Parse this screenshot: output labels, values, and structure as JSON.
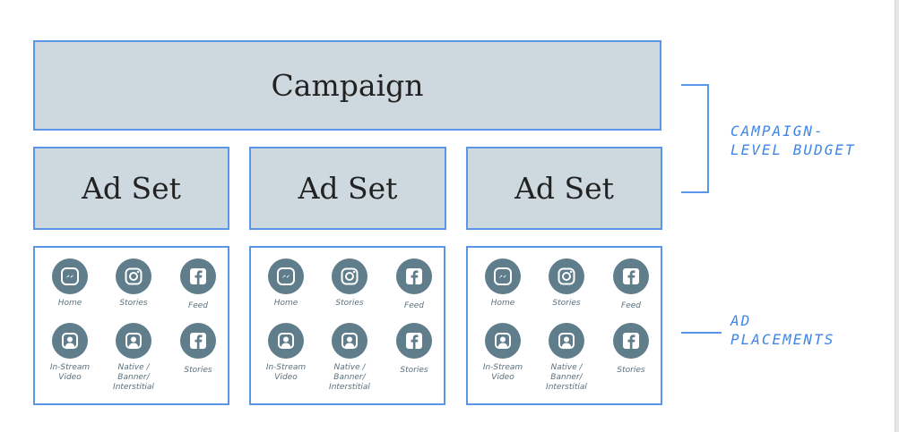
{
  "campaign": {
    "label": "Campaign"
  },
  "ad_sets": [
    {
      "label": "Ad Set"
    },
    {
      "label": "Ad Set"
    },
    {
      "label": "Ad Set"
    }
  ],
  "placement_groups": [
    {
      "items": [
        {
          "icon": "messenger-icon",
          "label": "Home"
        },
        {
          "icon": "instagram-icon",
          "label": "Stories"
        },
        {
          "icon": "facebook-icon",
          "label": "Feed"
        },
        {
          "icon": "user-badge-icon",
          "label": "In-Stream\nVideo"
        },
        {
          "icon": "user-badge-icon",
          "label": "Native /\nBanner/\nInterstitial"
        },
        {
          "icon": "facebook-icon",
          "label": "Stories"
        }
      ]
    },
    {
      "items": [
        {
          "icon": "messenger-icon",
          "label": "Home"
        },
        {
          "icon": "instagram-icon",
          "label": "Stories"
        },
        {
          "icon": "facebook-icon",
          "label": "Feed"
        },
        {
          "icon": "user-badge-icon",
          "label": "In-Stream\nVideo"
        },
        {
          "icon": "user-badge-icon",
          "label": "Native /\nBanner/\nInterstitial"
        },
        {
          "icon": "facebook-icon",
          "label": "Stories"
        }
      ]
    },
    {
      "items": [
        {
          "icon": "messenger-icon",
          "label": "Home"
        },
        {
          "icon": "instagram-icon",
          "label": "Stories"
        },
        {
          "icon": "facebook-icon",
          "label": "Feed"
        },
        {
          "icon": "user-badge-icon",
          "label": "In-Stream\nVideo"
        },
        {
          "icon": "user-badge-icon",
          "label": "Native /\nBanner/\nInterstitial"
        },
        {
          "icon": "facebook-icon",
          "label": "Stories"
        }
      ]
    }
  ],
  "annotations": {
    "campaign_budget": "CAMPAIGN-\nLEVEL BUDGET",
    "ad_placements": "AD\nPLACEMENTS"
  },
  "colors": {
    "box_fill": "#cdd9de",
    "border": "#5b95e8",
    "icon_fill": "#607d8b",
    "annotation": "#3f86e8"
  }
}
